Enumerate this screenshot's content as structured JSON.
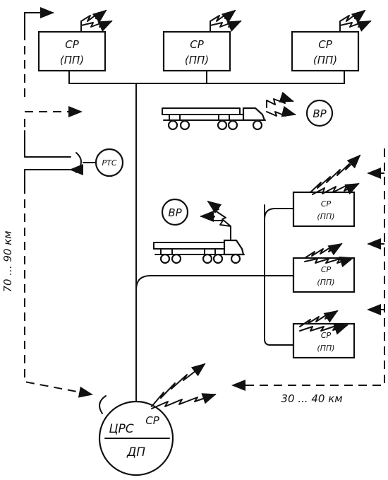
{
  "labels": {
    "relay_station": "СР",
    "relay_station_alt": "(ПП)",
    "mobile_station": "ВР",
    "repeater_station": "РТС",
    "central_station": "ЦРС",
    "central_station_sr": "СР",
    "dispatch_point": "ДП",
    "distance_long": "70 ... 90 км",
    "distance_short": "30 ... 40 км"
  },
  "top_stations": [
    {
      "sr": "СР",
      "pp": "(ПП)"
    },
    {
      "sr": "СР",
      "pp": "(ПП)"
    },
    {
      "sr": "СР",
      "pp": "(ПП)"
    }
  ],
  "right_stations": [
    {
      "sr": "СР",
      "pp": "(ПП)"
    },
    {
      "sr": "СР",
      "pp": "(ПП)"
    },
    {
      "sr": "СР",
      "pp": "(ПП)"
    }
  ]
}
